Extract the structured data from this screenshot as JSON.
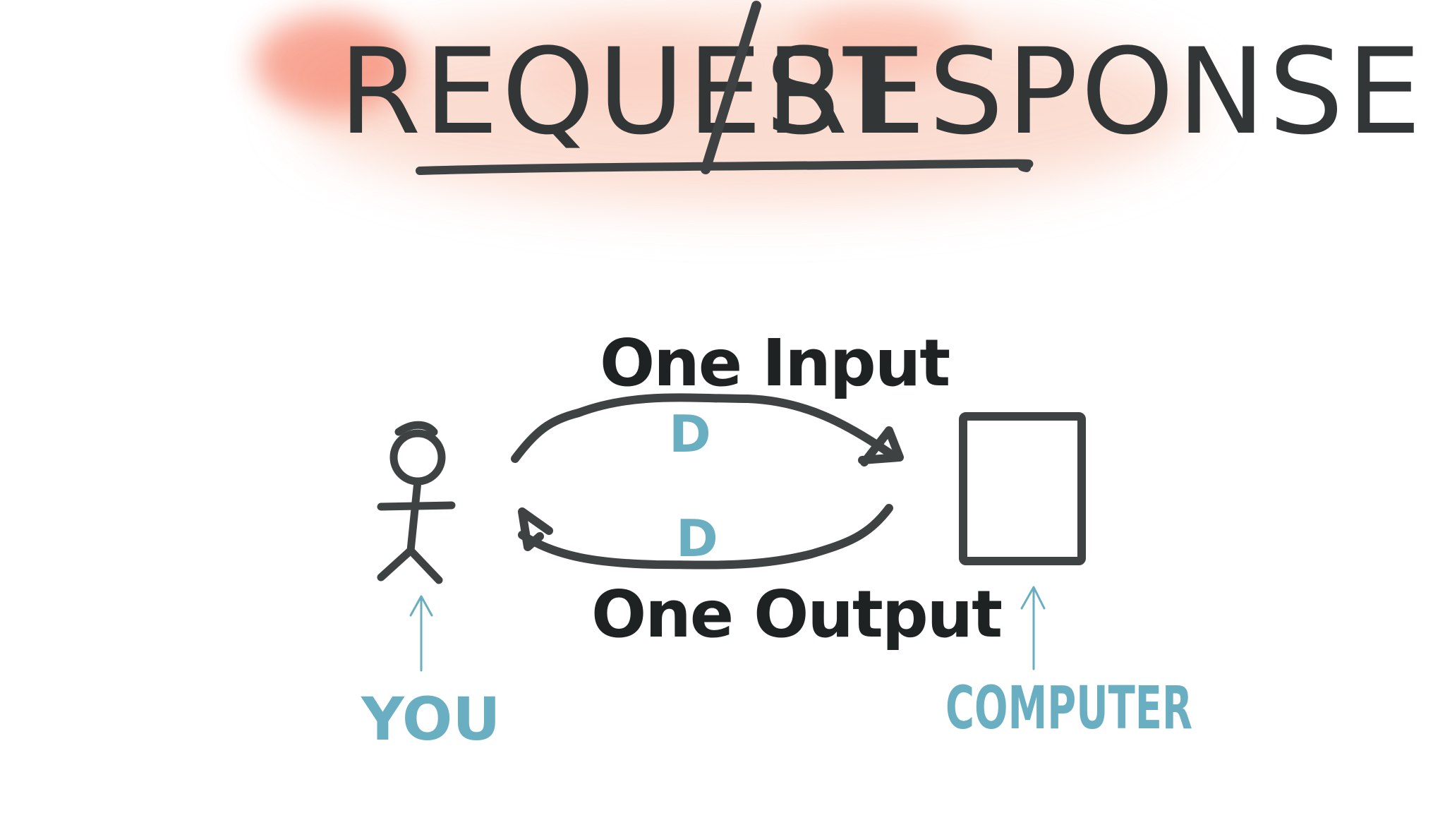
{
  "title": {
    "request": "REQUEST",
    "response": "RESPONSE"
  },
  "flow": {
    "input_label": "One Input",
    "output_label": "One Output",
    "input_packet": "D",
    "output_packet": "D"
  },
  "actors": {
    "you_label": "YOU",
    "computer_label": "COMPUTER"
  },
  "colors": {
    "ink": "#3e4243",
    "accent_blue": "#6aaec2",
    "highlight_orange": "#f4745a"
  },
  "icons": {
    "you": "stick-figure-icon",
    "computer": "computer-box-icon"
  }
}
